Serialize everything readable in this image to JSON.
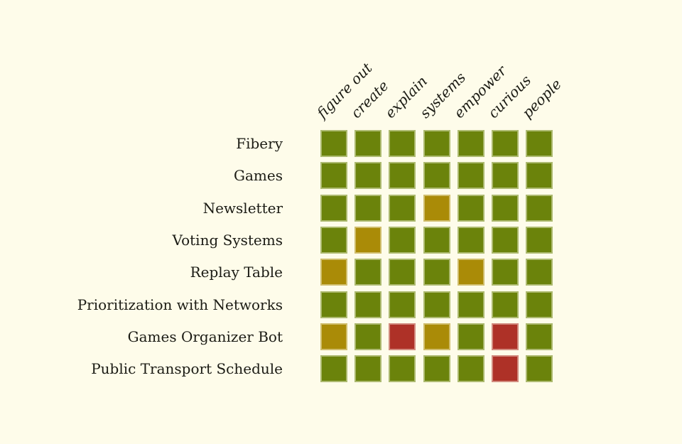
{
  "chart_data": {
    "type": "heatmap",
    "title": "",
    "columns": [
      "figure out",
      "create",
      "explain",
      "systems",
      "empower",
      "curious",
      "people"
    ],
    "rows": [
      "Fibery",
      "Games",
      "Newsletter",
      "Voting Systems",
      "Replay Table",
      "Prioritization with Networks",
      "Games Organizer Bot",
      "Public Transport Schedule"
    ],
    "cells": [
      [
        "green",
        "green",
        "green",
        "green",
        "green",
        "green",
        "green"
      ],
      [
        "green",
        "green",
        "green",
        "green",
        "green",
        "green",
        "green"
      ],
      [
        "green",
        "green",
        "green",
        "gold",
        "green",
        "green",
        "green"
      ],
      [
        "green",
        "gold",
        "green",
        "green",
        "green",
        "green",
        "green"
      ],
      [
        "gold",
        "green",
        "green",
        "green",
        "gold",
        "green",
        "green"
      ],
      [
        "green",
        "green",
        "green",
        "green",
        "green",
        "green",
        "green"
      ],
      [
        "gold",
        "green",
        "red",
        "gold",
        "green",
        "red",
        "green"
      ],
      [
        "green",
        "green",
        "green",
        "green",
        "green",
        "red",
        "green"
      ]
    ],
    "colors": {
      "green": "#6B830B",
      "gold": "#AA8B07",
      "red": "#AE3127"
    },
    "background": "#FEFCEA",
    "legend": "none",
    "grid": "off"
  }
}
